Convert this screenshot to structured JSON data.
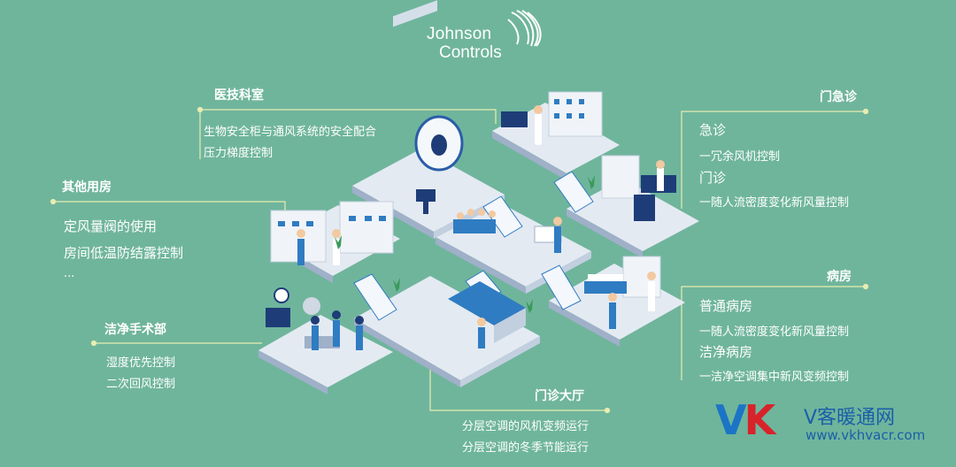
{
  "logo": {
    "line1": "Johnson",
    "line2": "Controls"
  },
  "sections": {
    "lab": {
      "title": "医技科室",
      "lines": [
        "生物安全柜与通风系统的安全配合",
        "压力梯度控制"
      ]
    },
    "other": {
      "title": "其他用房",
      "lines": [
        "定风量阀的使用",
        "房间低温防结露控制",
        "..."
      ]
    },
    "or": {
      "title": "洁净手术部",
      "lines": [
        "湿度优先控制",
        "二次回风控制"
      ]
    },
    "lobby": {
      "title": "门诊大厅",
      "lines": [
        "分层空调的风机变频运行",
        "分层空调的冬季节能运行"
      ]
    },
    "clinic": {
      "title": "门急诊",
      "lines": [
        "急诊",
        "一冗余风机控制",
        "门诊",
        "一随人流密度变化新风量控制"
      ]
    },
    "ward": {
      "title": "病房",
      "lines": [
        "普通病房",
        "一随人流密度变化新风量控制",
        "洁净病房",
        "一洁净空调集中新风变频控制"
      ]
    }
  },
  "watermark": {
    "mark_v": "V",
    "mark_k": "K",
    "name": "V客暖通网",
    "url": "www.vkhvacr.com"
  },
  "colors": {
    "background": "#6fb59c",
    "leader": "#e8edb0",
    "floor": "#dde5ee",
    "wall": "#1e3d78",
    "accent": "#2f7cc2"
  }
}
